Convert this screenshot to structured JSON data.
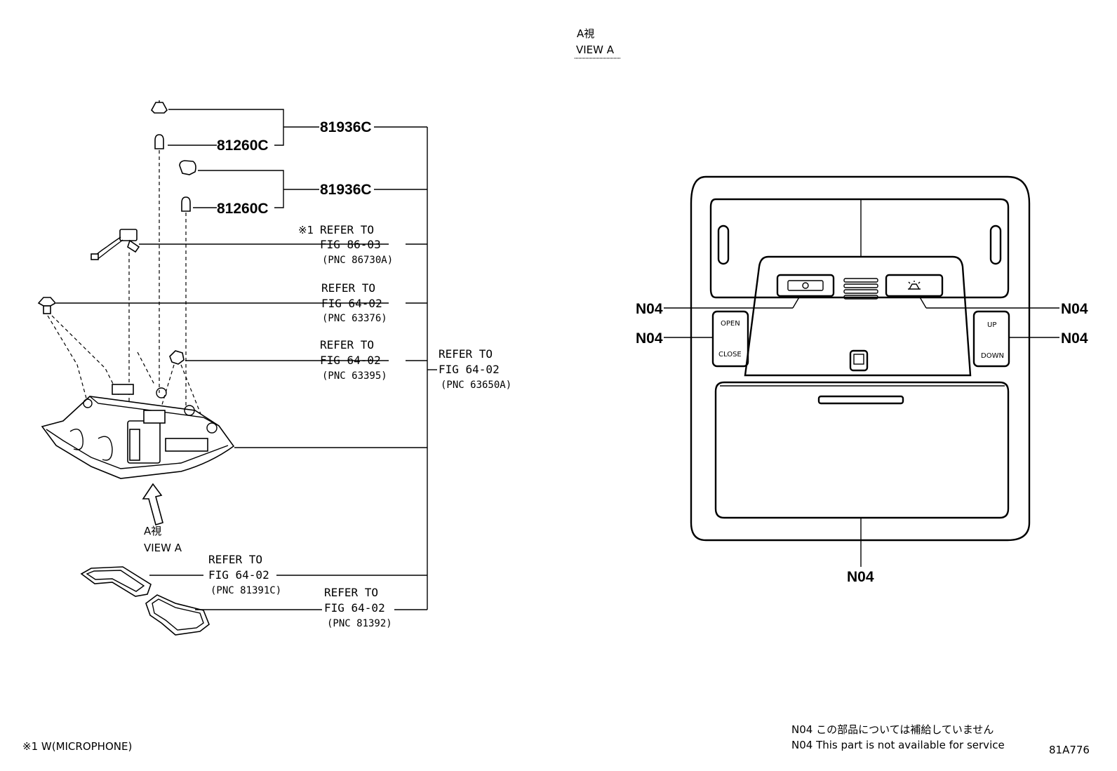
{
  "view_header": {
    "jp": "A視",
    "en": "VIEW A"
  },
  "parts": {
    "p81936c_a": "81936C",
    "p81260c_a": "81260C",
    "p81936c_b": "81936C",
    "p81260c_b": "81260C"
  },
  "refs": {
    "r86730a": {
      "mark": "※1",
      "line1": "REFER TO",
      "line2": "FIG 86-03",
      "line3": "(PNC 86730A)"
    },
    "r63376": {
      "line1": "REFER TO",
      "line2": "FIG 64-02",
      "line3": "(PNC 63376)"
    },
    "r63395": {
      "line1": "REFER TO",
      "line2": "FIG 64-02",
      "line3": "(PNC 63395)"
    },
    "r63650a": {
      "line1": "REFER TO",
      "line2": "FIG 64-02",
      "line3": "(PNC 63650A)"
    },
    "r81391c": {
      "line1": "REFER TO",
      "line2": "FIG 64-02",
      "line3": "(PNC 81391C)"
    },
    "r81392": {
      "line1": "REFER TO",
      "line2": "FIG 64-02",
      "line3": "(PNC 81392)"
    }
  },
  "view_arrow": {
    "jp": "A視",
    "en": "VIEW A"
  },
  "right_view": {
    "callouts": [
      "N04",
      "N04",
      "N04",
      "N04",
      "N04"
    ],
    "buttons": {
      "open": "OPEN",
      "close": "CLOSE",
      "up": "UP",
      "down": "DOWN"
    }
  },
  "footnote": "※1 W(MICROPHONE)",
  "legend": {
    "jp": "N04 この部品については補給していません",
    "en": "N04 This part is not available for service"
  },
  "figure_id": "81A776"
}
